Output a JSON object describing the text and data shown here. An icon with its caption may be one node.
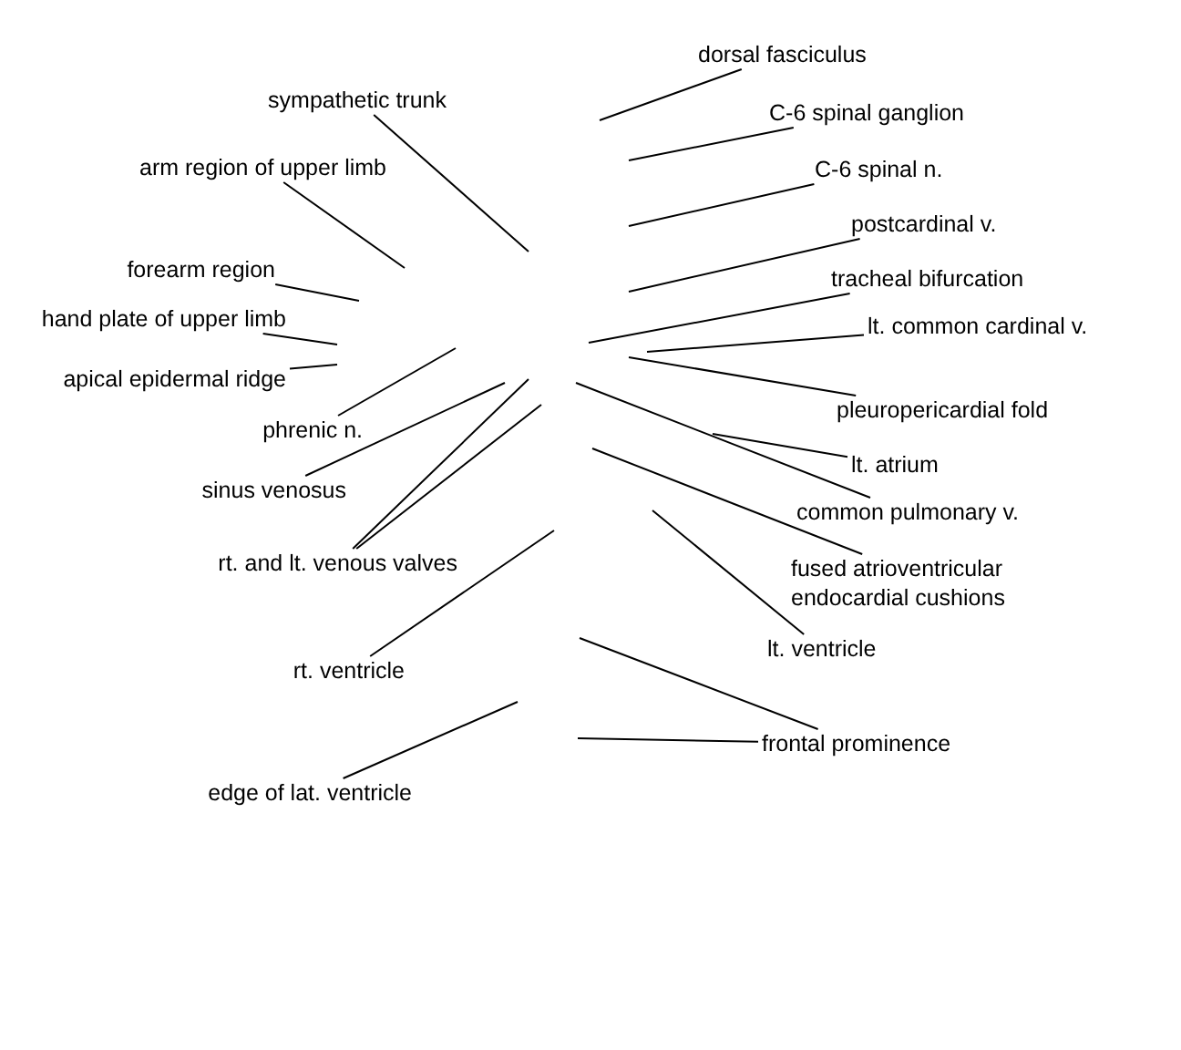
{
  "diagram": {
    "nodes": [
      {
        "text": [
          "dorsal fasciculus"
        ]
      },
      {
        "text": [
          "C-6 spinal ganglion"
        ]
      },
      {
        "text": [
          "C-6 spinal n."
        ]
      },
      {
        "text": [
          "postcardinal v."
        ]
      },
      {
        "text": [
          "tracheal bifurcation"
        ]
      },
      {
        "text": [
          "lt. common cardinal v."
        ]
      },
      {
        "text": [
          "pleuropericardial fold"
        ]
      },
      {
        "text": [
          "lt. atrium"
        ]
      },
      {
        "text": [
          "common pulmonary v."
        ]
      },
      {
        "text": [
          "fused atrioventricular endocardial cushions"
        ]
      },
      {
        "text": [
          "lt. ventricle"
        ]
      },
      {
        "text": [
          "frontal prominence"
        ]
      },
      {
        "text": [
          "sympathetic trunk"
        ]
      },
      {
        "text": [
          "arm region of upper limb"
        ]
      },
      {
        "text": [
          "forearm region"
        ]
      },
      {
        "text": [
          "hand plate of upper limb"
        ]
      },
      {
        "text": [
          "apical epidermal ridge"
        ]
      },
      {
        "text": [
          "phrenic n."
        ]
      },
      {
        "text": [
          "sinus venosus"
        ]
      },
      {
        "text": [
          "rt. and lt. venous valves"
        ]
      },
      {
        "text": [
          "rt. ventricle"
        ]
      },
      {
        "text": [
          "edge of lat. ventricle"
        ]
      }
    ],
    "edges": [
      {
        "from": 0,
        "to": null,
        "arrow": "none"
      },
      {
        "from": 1,
        "to": null,
        "arrow": "none"
      },
      {
        "from": 2,
        "to": null,
        "arrow": "none"
      },
      {
        "from": 3,
        "to": null,
        "arrow": "none"
      },
      {
        "from": 4,
        "to": null,
        "arrow": "none"
      },
      {
        "from": 5,
        "to": null,
        "arrow": "none"
      },
      {
        "from": 6,
        "to": null,
        "arrow": "none"
      },
      {
        "from": 7,
        "to": null,
        "arrow": "none"
      },
      {
        "from": 8,
        "to": null,
        "arrow": "none"
      },
      {
        "from": 9,
        "to": null,
        "arrow": "none"
      },
      {
        "from": 10,
        "to": null,
        "arrow": "none"
      },
      {
        "from": 11,
        "to": null,
        "arrow": "none"
      },
      {
        "from": 11,
        "to": null,
        "arrow": "none"
      },
      {
        "from": 12,
        "to": null,
        "arrow": "none"
      },
      {
        "from": 13,
        "to": null,
        "arrow": "none"
      },
      {
        "from": 14,
        "to": null,
        "arrow": "none"
      },
      {
        "from": 15,
        "to": null,
        "arrow": "none"
      },
      {
        "from": 16,
        "to": null,
        "arrow": "none"
      },
      {
        "from": 17,
        "to": null,
        "arrow": "none"
      },
      {
        "from": 18,
        "to": null,
        "arrow": "none"
      },
      {
        "from": 19,
        "to": null,
        "arrow": "none"
      },
      {
        "from": 19,
        "to": null,
        "arrow": "none"
      },
      {
        "from": 20,
        "to": null,
        "arrow": "none"
      },
      {
        "from": 21,
        "to": null,
        "arrow": "none"
      }
    ]
  }
}
